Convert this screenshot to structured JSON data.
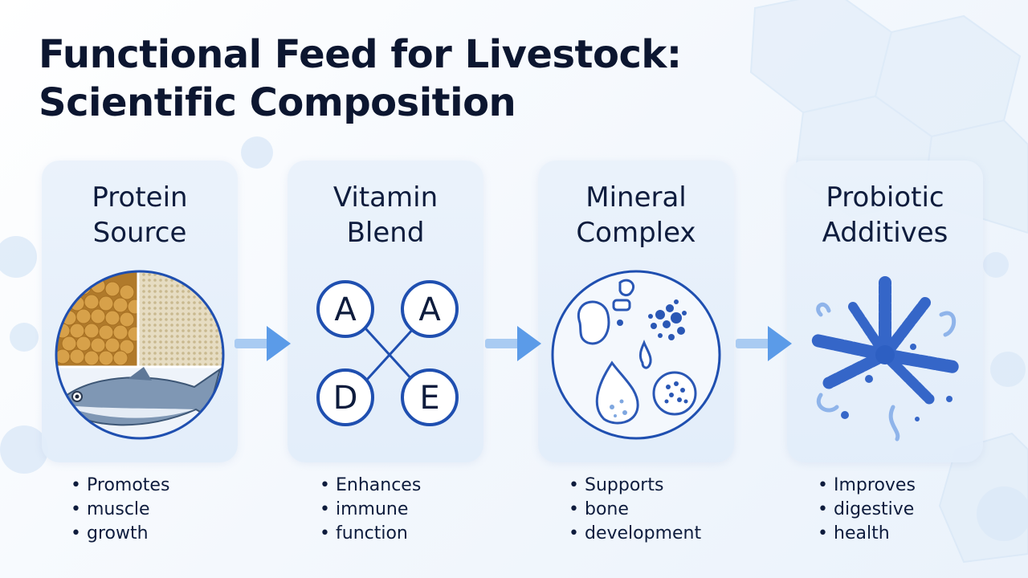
{
  "title": {
    "line1": "Functional Feed for Livestock:",
    "line2": "Scientific Composition"
  },
  "cards": [
    {
      "title_line1": "Protein",
      "title_line2": "Source",
      "icon": "protein-source-icon",
      "bullets": [
        "Promotes",
        "muscle",
        "growth"
      ]
    },
    {
      "title_line1": "Vitamin",
      "title_line2": "Blend",
      "icon": "vitamin-blend-icon",
      "vitamins": [
        "A",
        "A",
        "D",
        "E"
      ],
      "bullets": [
        "Enhances",
        "immune",
        "function"
      ]
    },
    {
      "title_line1": "Mineral",
      "title_line2": "Complex",
      "icon": "mineral-complex-icon",
      "bullets": [
        "Supports",
        "bone",
        "development"
      ]
    },
    {
      "title_line1": "Probiotic",
      "title_line2": "Additives",
      "icon": "probiotic-additives-icon",
      "bullets": [
        "Improves",
        "digestive",
        "health"
      ]
    }
  ],
  "colors": {
    "primary": "#1f4fb0",
    "accent": "#3c76d6",
    "arrow": "#5b9be8",
    "card": "#e6effa",
    "text": "#0e1c3d"
  }
}
